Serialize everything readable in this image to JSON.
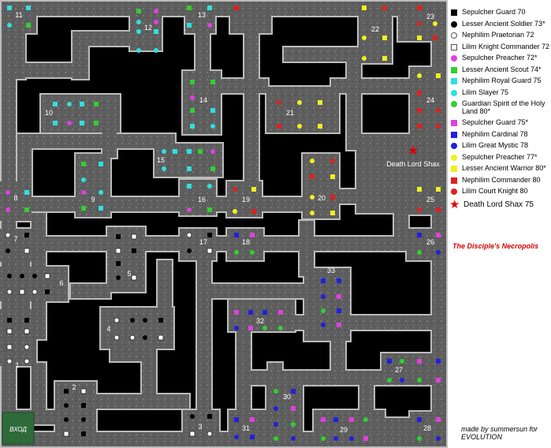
{
  "legend": [
    {
      "label": "Sepulcher Guard 70",
      "shape": "square",
      "color": "#000000"
    },
    {
      "label": "Lesser Ancient Soldier 73*",
      "shape": "circle",
      "color": "#000000"
    },
    {
      "label": "Nephilim Praetorian  72",
      "shape": "circle-outline",
      "color": "#ffffff"
    },
    {
      "label": "Lilim Knight Commander 72",
      "shape": "square-outline",
      "color": "#ffffff"
    },
    {
      "label": "Sepulcher Preacher 72*",
      "shape": "circle",
      "color": "#e040e0"
    },
    {
      "label": "Lesser Ancient Scout 74*",
      "shape": "square",
      "color": "#30d030"
    },
    {
      "label": "Nephilim Royal Guard 75",
      "shape": "square",
      "color": "#30e0e0"
    },
    {
      "label": "Lilim Slayer 75",
      "shape": "circle",
      "color": "#30e0e0"
    },
    {
      "label": "Guardian Spirit of the Holy Land 80*",
      "shape": "circle",
      "color": "#30d030"
    },
    {
      "label": "Sepulcher Guard 75*",
      "shape": "square",
      "color": "#e040e0"
    },
    {
      "label": "Nephilim Cardinal 78",
      "shape": "square",
      "color": "#2020e0"
    },
    {
      "label": "Lilim Great Mystic 78",
      "shape": "circle",
      "color": "#2020e0"
    },
    {
      "label": "Sepulcher Preacher 77*",
      "shape": "circle",
      "color": "#f0f020"
    },
    {
      "label": "Lesser Ancient Warrior 80*",
      "shape": "square",
      "color": "#f0f020"
    },
    {
      "label": "Nephilim Commander 80",
      "shape": "square",
      "color": "#e02020"
    },
    {
      "label": "Lilim Court Knight 80",
      "shape": "circle",
      "color": "#e02020"
    }
  ],
  "boss_legend": {
    "label": "Death Lord Shax 75",
    "icon": "star-icon",
    "color": "#e00000"
  },
  "map_title": "The Disciple's Necropolis",
  "credit": [
    "made by summersun for",
    "EVOLUTION"
  ],
  "entrance_label": "ВХОД",
  "boss_room_label": "Death Lord Shax",
  "room_numbers": [
    "1",
    "2",
    "3",
    "4",
    "5",
    "6",
    "7",
    "8",
    "9",
    "10",
    "11",
    "12",
    "13",
    "14",
    "15",
    "16",
    "17",
    "18",
    "19",
    "20",
    "21",
    "22",
    "23",
    "24",
    "25",
    "26",
    "27",
    "28",
    "29",
    "30",
    "31",
    "32",
    "33"
  ]
}
